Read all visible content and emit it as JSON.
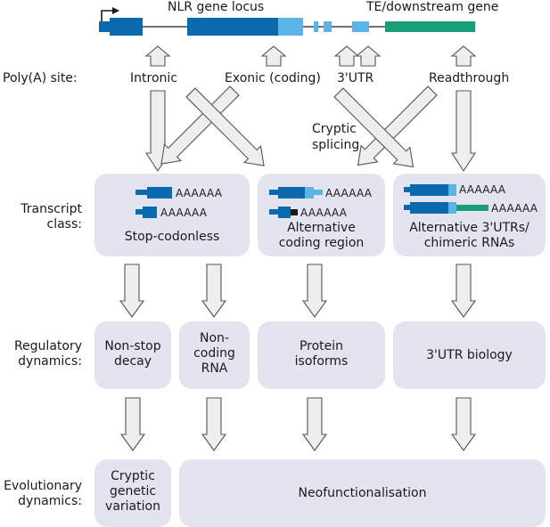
{
  "locus": {
    "nlr_label": "NLR gene locus",
    "te_label": "TE/downstream gene"
  },
  "polya": {
    "row_label": "Poly(A) site:",
    "intronic": "Intronic",
    "exonic": "Exonic (coding)",
    "utr": "3'UTR",
    "readthrough": "Readthrough",
    "cryptic_line1": "Cryptic",
    "cryptic_line2": "splicing"
  },
  "transcript": {
    "row_label_line1": "Transcript",
    "row_label_line2": "class:",
    "stop": "Stop-codonless",
    "alt_coding_line1": "Alternative",
    "alt_coding_line2": "coding region",
    "alt3_line1": "Alternative 3'UTRs/",
    "alt3_line2": "chimeric RNAs",
    "polya_tail": "AAAAAA"
  },
  "regulatory": {
    "row_label_line1": "Regulatory",
    "row_label_line2": "dynamics:",
    "nonstop_line1": "Non-stop",
    "nonstop_line2": "decay",
    "noncoding_line1": "Non-",
    "noncoding_line2": "coding",
    "noncoding_line3": "RNA",
    "protein_line1": "Protein",
    "protein_line2": "isoforms",
    "utr_biology": "3'UTR biology"
  },
  "evolutionary": {
    "row_label_line1": "Evolutionary",
    "row_label_line2": "dynamics:",
    "cryptic_line1": "Cryptic",
    "cryptic_line2": "genetic",
    "cryptic_line3": "variation",
    "neofunc": "Neofunctionalisation"
  },
  "colors": {
    "dark_blue": "#0a6aad",
    "light_blue": "#5ab4e6",
    "green": "#1a9e7a",
    "black": "#1a1a1a",
    "box_fill": "#e4e4f1",
    "arrow_fill": "#eeeeee",
    "arrow_stroke": "#555555"
  }
}
